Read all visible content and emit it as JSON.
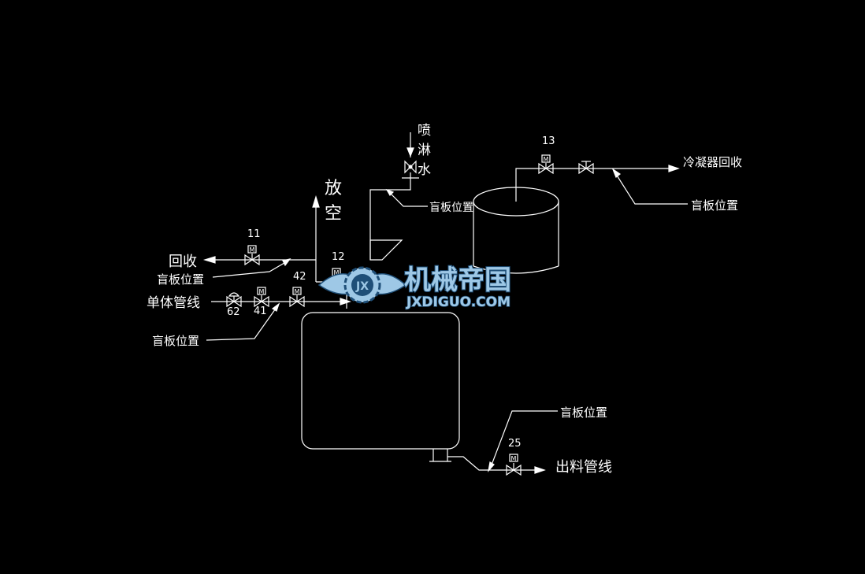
{
  "labels": {
    "spray_water": [
      "喷",
      "淋",
      "水"
    ],
    "vent": [
      "放",
      "空"
    ],
    "recovery": "回收",
    "monomer_line": "单体管线",
    "condenser_recovery": "冷凝器回收",
    "discharge_line": "出料管线",
    "blind_plate": "盲板位置"
  },
  "valves": {
    "v11": "11",
    "v12": "12",
    "v13": "13",
    "v25": "25",
    "v41": "41",
    "v42": "42",
    "v62": "62"
  },
  "valve_motor_letter": "M",
  "watermark": {
    "title": "机械帝国",
    "domain": "JXDIGUO.COM",
    "emblem": "JX"
  },
  "colors": {
    "background": "#000000",
    "lines": "#ffffff",
    "watermark_fill": "#9ec8e6",
    "watermark_dark": "#1f4f78"
  }
}
